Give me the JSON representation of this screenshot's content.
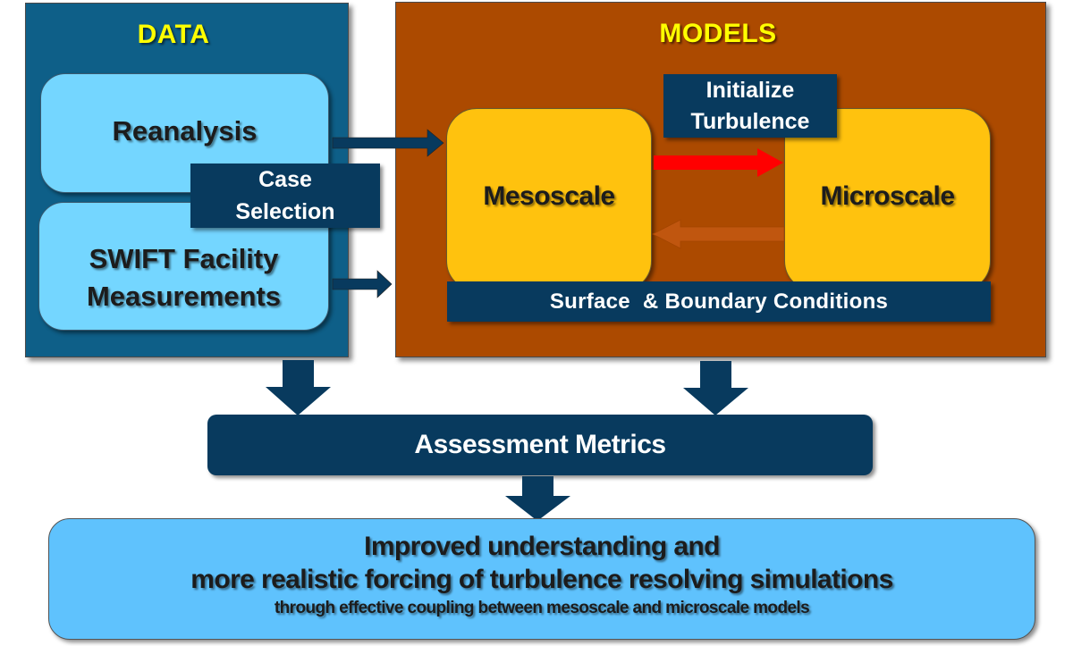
{
  "data_panel": {
    "title": "DATA",
    "boxes": [
      {
        "label": "Reanalysis"
      },
      {
        "label_line1": "SWIFT Facility",
        "label_line2": "Measurements"
      }
    ],
    "case_selection": {
      "line1": "Case",
      "line2": "Selection"
    }
  },
  "models_panel": {
    "title": "MODELS",
    "mesoscale_label": "Mesoscale",
    "microscale_label": "Microscale",
    "initialize_turbulence": {
      "line1": "Initialize",
      "line2": "Turbulence"
    },
    "boundary_conditions_label": "Surface  & Boundary Conditions"
  },
  "assessment_label": "Assessment Metrics",
  "outcome": {
    "line1": "Improved understanding and",
    "line2": "more realistic forcing of turbulence resolving simulations",
    "line3": "through effective coupling between mesoscale and microscale models"
  },
  "colors": {
    "data_panel": "#0e5f88",
    "models_panel": "#ac4a00",
    "title_text": "#ffff00",
    "light_box": "#74d6ff",
    "model_box": "#ffc20e",
    "dark_label": "#083a5e",
    "forward_arrow": "#ff0000",
    "feedback_arrow": "#c55a11",
    "outcome_box": "#5fc2fd"
  }
}
